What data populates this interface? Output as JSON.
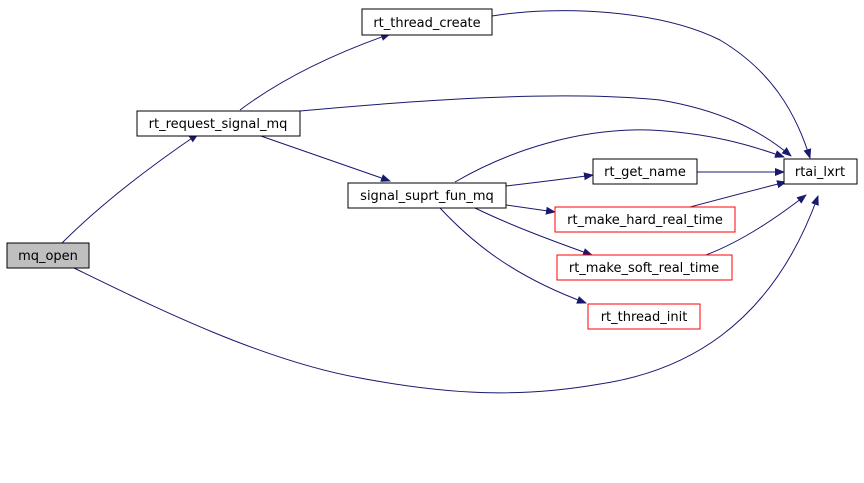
{
  "colors": {
    "edge": "#191970",
    "border_default": "#000000",
    "border_highlight": "#ff0000",
    "root_fill": "#bfbfbf",
    "node_fill": "#ffffff"
  },
  "nodes": {
    "mq_open": {
      "label": "mq_open",
      "style": "root"
    },
    "rt_request_signal_mq": {
      "label": "rt_request_signal_mq",
      "style": "default"
    },
    "rt_thread_create": {
      "label": "rt_thread_create",
      "style": "default"
    },
    "signal_suprt_fun_mq": {
      "label": "signal_suprt_fun_mq",
      "style": "default"
    },
    "rt_get_name": {
      "label": "rt_get_name",
      "style": "default"
    },
    "rt_make_hard_real_time": {
      "label": "rt_make_hard_real_time",
      "style": "highlight"
    },
    "rt_make_soft_real_time": {
      "label": "rt_make_soft_real_time",
      "style": "highlight"
    },
    "rt_thread_init": {
      "label": "rt_thread_init",
      "style": "highlight"
    },
    "rtai_lxrt": {
      "label": "rtai_lxrt",
      "style": "default"
    }
  },
  "edges": [
    {
      "from": "mq_open",
      "to": "rt_request_signal_mq"
    },
    {
      "from": "mq_open",
      "to": "rtai_lxrt"
    },
    {
      "from": "rt_request_signal_mq",
      "to": "rt_thread_create"
    },
    {
      "from": "rt_request_signal_mq",
      "to": "rtai_lxrt"
    },
    {
      "from": "rt_request_signal_mq",
      "to": "signal_suprt_fun_mq"
    },
    {
      "from": "rt_thread_create",
      "to": "rtai_lxrt"
    },
    {
      "from": "signal_suprt_fun_mq",
      "to": "rtai_lxrt"
    },
    {
      "from": "signal_suprt_fun_mq",
      "to": "rt_get_name"
    },
    {
      "from": "signal_suprt_fun_mq",
      "to": "rt_make_hard_real_time"
    },
    {
      "from": "signal_suprt_fun_mq",
      "to": "rt_make_soft_real_time"
    },
    {
      "from": "signal_suprt_fun_mq",
      "to": "rt_thread_init"
    },
    {
      "from": "rt_get_name",
      "to": "rtai_lxrt"
    },
    {
      "from": "rt_make_hard_real_time",
      "to": "rtai_lxrt"
    },
    {
      "from": "rt_make_soft_real_time",
      "to": "rtai_lxrt"
    }
  ]
}
